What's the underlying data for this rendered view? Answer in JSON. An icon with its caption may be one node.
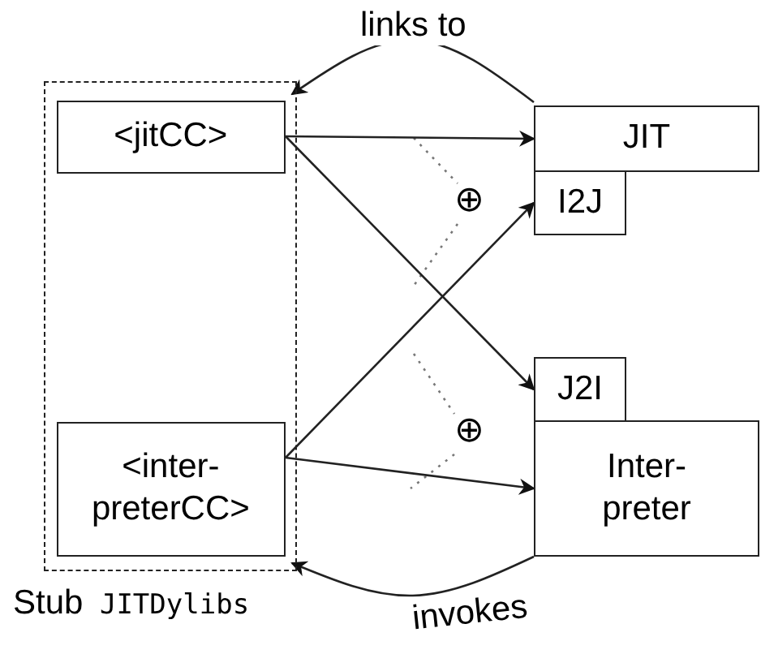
{
  "diagram": {
    "nodes": [
      {
        "text": [
          "Stub",
          "JITDylibs"
        ]
      },
      {
        "text": [
          "<jitCC>"
        ],
        "in": 0
      },
      {
        "text": [
          "<inter- preterCC>"
        ],
        "in": 0
      },
      {
        "text": [
          "JIT"
        ]
      },
      {
        "text": [
          "I2J"
        ]
      },
      {
        "text": [
          "J2I"
        ]
      },
      {
        "text": [
          "Inter- preter"
        ]
      }
    ],
    "edges": [
      {
        "from": 1,
        "to": 3,
        "arrow": "to"
      },
      {
        "from": 1,
        "to": 5,
        "arrow": "to"
      },
      {
        "from": 2,
        "to": 4,
        "arrow": "to"
      },
      {
        "from": 2,
        "to": 6,
        "arrow": "to"
      },
      {
        "from": 3,
        "to": 1,
        "arrow": "to",
        "label": "links to"
      },
      {
        "from": 6,
        "to": 2,
        "arrow": "to",
        "label": "invokes"
      }
    ],
    "labels": [
      "⊕",
      "⊕"
    ]
  }
}
